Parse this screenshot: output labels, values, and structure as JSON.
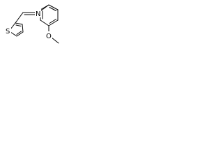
{
  "molecule": {
    "atoms": {
      "sulfur": "S",
      "nitrogen": "N",
      "oxygen": "O"
    },
    "colors": {
      "bond": "#000000",
      "background": "#ffffff"
    }
  }
}
